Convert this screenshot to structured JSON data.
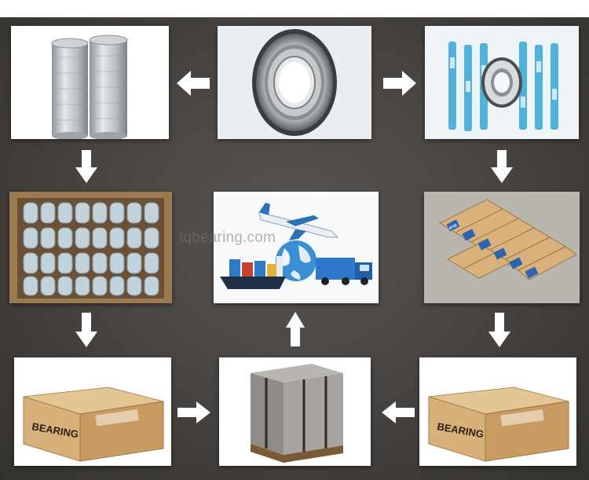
{
  "watermark": "tqbearing.com",
  "box_label_left": "BEARING",
  "box_label_right": "BEARING",
  "carton_brand": "BTB",
  "colors": {
    "background": "#4a4744",
    "arrow": "#ffffff",
    "cardboard": "#c9a36d",
    "tube_blue": "#35a8d8"
  },
  "icons": [
    "arrow-left-icon",
    "arrow-right-icon",
    "arrow-down-icon",
    "arrow-up-icon"
  ]
}
